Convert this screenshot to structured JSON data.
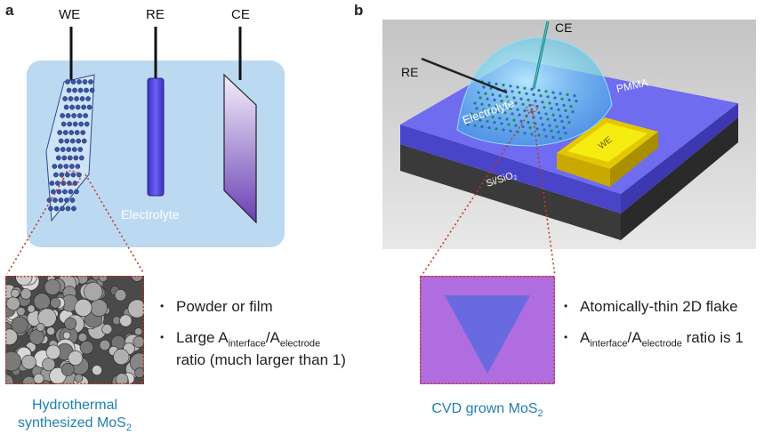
{
  "panel_a": {
    "letter": "a",
    "labels": {
      "we": "WE",
      "re": "RE",
      "ce": "CE"
    },
    "electrolyte": "Electrolyte",
    "bullets": [
      {
        "text": "Powder or film"
      },
      {
        "text_pre": "Large A",
        "sub1": "interface",
        "mid": "/A",
        "sub2": "electrode",
        "text_post": "",
        "line2": "ratio (much larger than 1)"
      }
    ],
    "caption_line1": "Hydrothermal",
    "caption_line2": "synthesized MoS",
    "caption_sub": "2"
  },
  "panel_b": {
    "letter": "b",
    "labels": {
      "ce": "CE",
      "re": "RE",
      "pmma": "PMMA",
      "electrolyte": "Electrolyte",
      "we": "WE",
      "substrate": "Si/SiO",
      "substrate_sub": "2"
    },
    "bullets": [
      {
        "text": "Atomically-thin 2D flake"
      },
      {
        "text_pre": "A",
        "sub1": "interface",
        "mid": "/A",
        "sub2": "electrode",
        "text_post": " ratio is 1"
      }
    ],
    "caption": "CVD grown MoS",
    "caption_sub": "2"
  },
  "colors": {
    "electrolyte_bg": "#bcd9f2",
    "caption": "#1f7fb0",
    "dotted_zoom": "#c0392b",
    "re_rod": "#5a4fd6",
    "flake_bg": "#b06de0",
    "flake_triangle": "#6a6ae0",
    "we_pad": "#f2e600"
  }
}
